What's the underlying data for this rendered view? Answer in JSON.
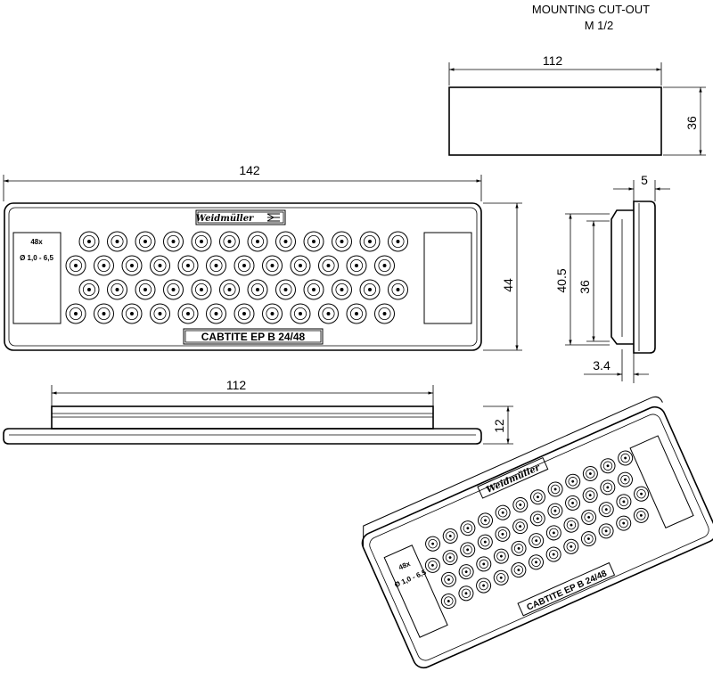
{
  "header": {
    "title": "MOUNTING CUT-OUT",
    "subtitle": "M 1/2"
  },
  "cutout_view": {
    "width_dim": "112",
    "height_dim": "36"
  },
  "front_view": {
    "width_dim": "142",
    "height_dim": "44",
    "hole_count_label": "48x",
    "diameter_label": "Ø 1,0 - 6,5",
    "product_label": "CABTITE  EP B 24/48",
    "brand": "Weidmüller",
    "hole_rows": 4,
    "holes_per_row": 12
  },
  "side_view": {
    "depth_dim": "5",
    "outer_height_dim": "40.5",
    "inner_height_dim": "36",
    "flange_dim": "3.4"
  },
  "bottom_view": {
    "width_dim": "112",
    "height_dim": "12"
  },
  "iso_view": {
    "hole_count_label": "48x",
    "diameter_label": "Ø 1,0 - 6,5",
    "product_label": "CABTITE  EP B 24/48",
    "brand": "Weidmüller"
  },
  "colors": {
    "line": "#000000",
    "background": "#ffffff"
  }
}
